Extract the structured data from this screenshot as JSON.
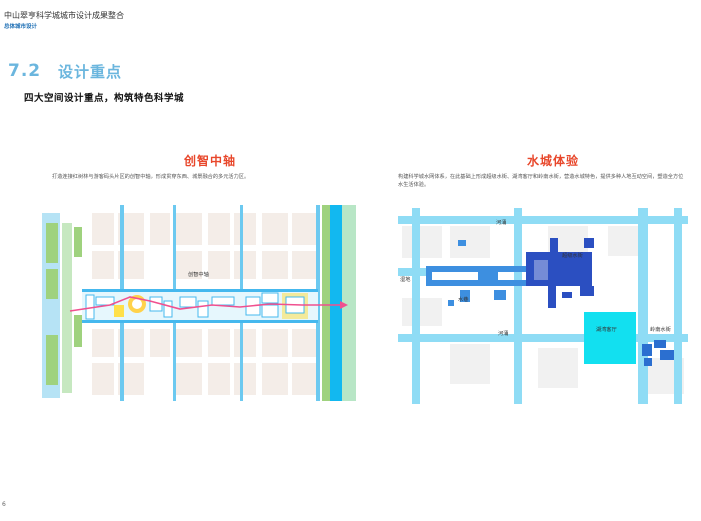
{
  "header": {
    "doc_title": "中山翠亨科学城城市设计成果整合",
    "doc_subtitle": "总体城市设计"
  },
  "section": {
    "number": "7.2",
    "title": "设计重点",
    "heading": "四大空间设计重点，构筑特色科学城"
  },
  "panels": {
    "left": {
      "title": "创智中轴",
      "description": "打造连接红树林与游客码头片区的创智中轴，形成贯穿东西、城景融合的多元活力区。",
      "map_labels": {
        "axis": "创智中轴"
      }
    },
    "right": {
      "title": "水城体验",
      "description": "构建科学城水网体系，在此基础上形成超级水街、湖湾客厅和岭南水街，营造水城特色，提供多种人地互动空间，塑造全方位水生活体验。",
      "map_labels": {
        "river_top": "河涌",
        "super_water_street": "超级水街",
        "wetland": "湿地",
        "water_lane": "水巷",
        "river_bottom": "河涌",
        "lake_bay_hall": "湖湾客厅",
        "lingnan_water_street": "岭南水街"
      }
    }
  },
  "colors": {
    "section_blue": "#6bb6de",
    "panel_title_red": "#e8472b",
    "water_light": "#8fdcf5",
    "water_cyan": "#12e0f0",
    "water_mid": "#3d8fe0",
    "water_dark": "#2b4fc1",
    "green": "#9fd27e",
    "axis_pink": "#f0508f",
    "axis_blue": "#45b8ee"
  },
  "footer": {
    "page_number": "6"
  }
}
